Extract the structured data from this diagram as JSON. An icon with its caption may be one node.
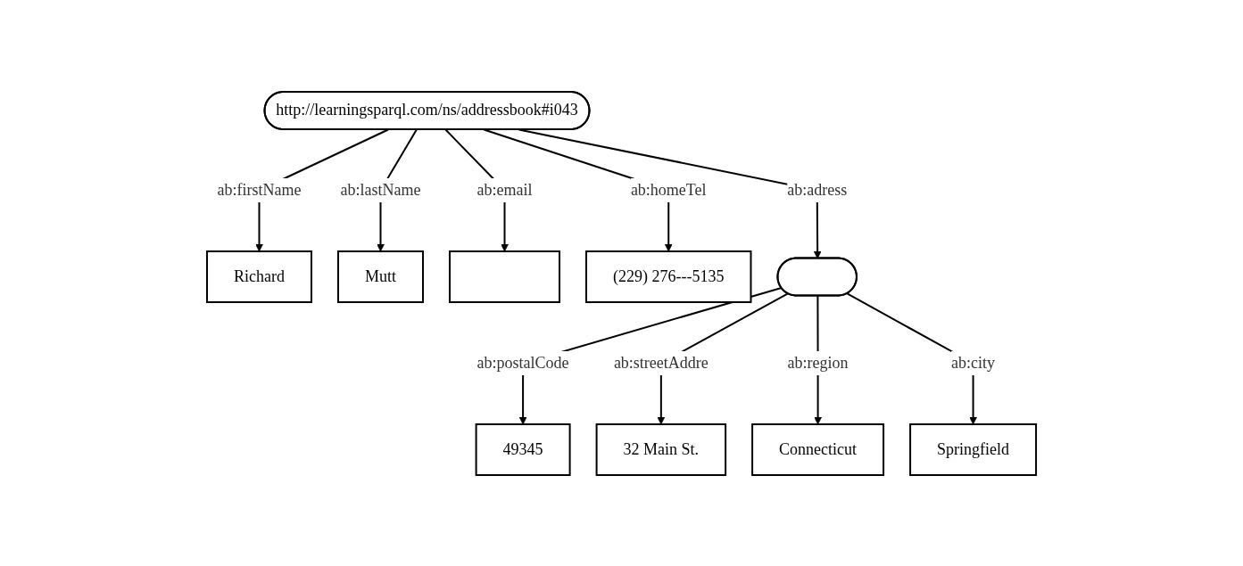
{
  "diagram": {
    "nodes": [
      {
        "text": [
          "http://learningsparql.com/ns/addressbook#i043"
        ]
      },
      {
        "text": [],
        "shape": "ellipse"
      },
      {
        "text": [
          "Richard"
        ]
      },
      {
        "text": [
          "Mutt"
        ]
      },
      {
        "text": [],
        "shape": "box"
      },
      {
        "text": [
          "(229)  276---5135"
        ]
      },
      {
        "text": [
          "49345"
        ]
      },
      {
        "text": [
          "Springfield"
        ]
      },
      {
        "text": [
          "32  Main  St."
        ]
      },
      {
        "text": [
          "Connecticut"
        ]
      }
    ],
    "edges": [
      {
        "from": 0,
        "to": 1,
        "arrow": "to",
        "label": "ab:adress"
      },
      {
        "from": 0,
        "to": 2,
        "arrow": "to",
        "label": "ab:firstName"
      },
      {
        "from": 0,
        "to": 3,
        "arrow": "to",
        "label": "ab:lastName"
      },
      {
        "from": 0,
        "to": 4,
        "arrow": "to",
        "label": "ab:email"
      },
      {
        "from": 0,
        "to": 5,
        "arrow": "to",
        "label": "ab:homeTel"
      },
      {
        "from": 1,
        "to": 6,
        "arrow": "to",
        "label": "ab:postalCode"
      },
      {
        "from": 1,
        "to": 8,
        "arrow": "to",
        "label": "ab:streetAddre"
      },
      {
        "from": 1,
        "to": 9,
        "arrow": "to",
        "label": "ab:region"
      },
      {
        "from": 1,
        "to": 7,
        "arrow": "to",
        "label": "ab:city"
      }
    ]
  }
}
